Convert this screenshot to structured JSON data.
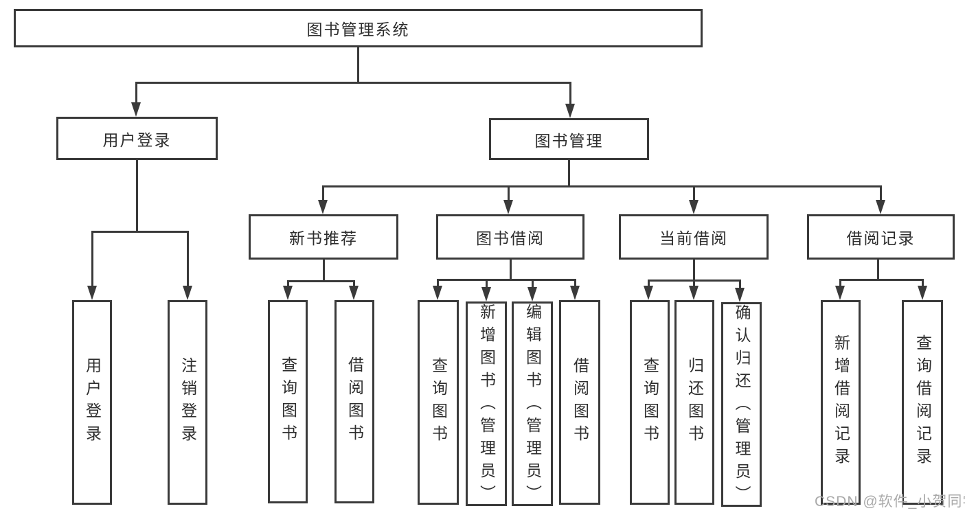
{
  "diagram": {
    "root": "图书管理系统",
    "branches": [
      {
        "label": "用户登录",
        "children": [
          "用户登录",
          "注销登录"
        ]
      },
      {
        "label": "图书管理"
      }
    ],
    "groups": [
      {
        "label": "新书推荐",
        "children": [
          "查询图书",
          "借阅图书"
        ]
      },
      {
        "label": "图书借阅",
        "children": [
          "查询图书",
          "新增图书（管理员）",
          "编辑图书（管理员）",
          "借阅图书"
        ]
      },
      {
        "label": "当前借阅",
        "children": [
          "查询图书",
          "归还图书",
          "确认归还（管理员）"
        ]
      },
      {
        "label": "借阅记录",
        "children": [
          "新增借阅记录",
          "查询借阅记录"
        ]
      }
    ]
  },
  "watermark": "CSDN @软件_小贺同学",
  "colors": {
    "line": "#3a3a3a",
    "text": "#2e2e2e",
    "watermark": "#a9a9a9",
    "background": "#ffffff"
  }
}
